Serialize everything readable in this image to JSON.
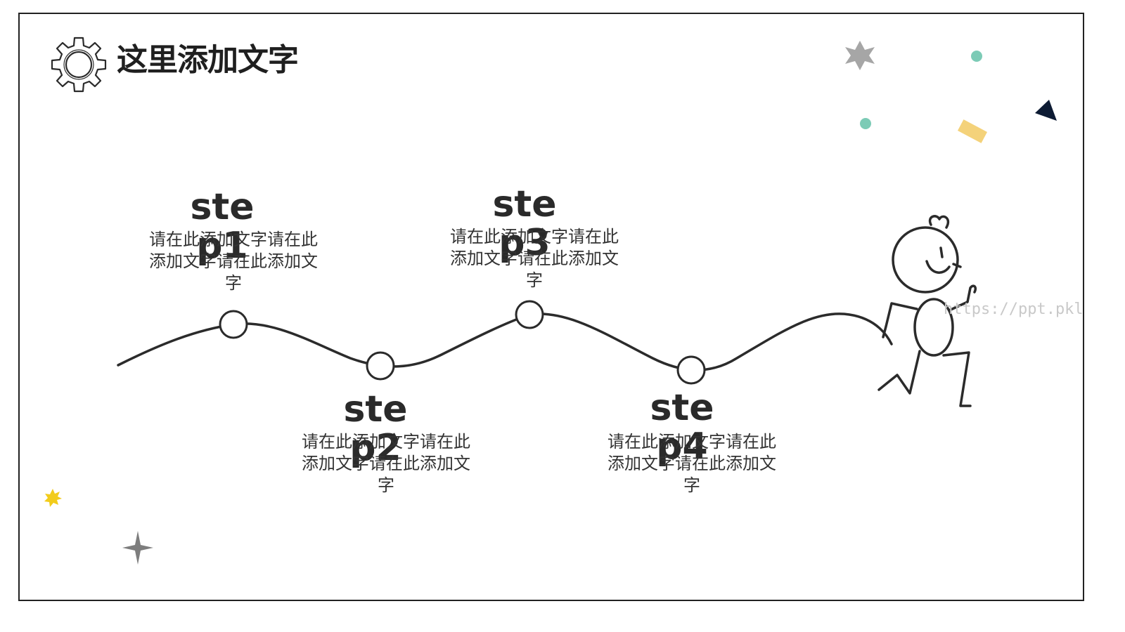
{
  "slide": {
    "title": "这里添加文字",
    "watermark": "https://ppt.pkll.ce"
  },
  "steps": [
    {
      "label": "ste\np1",
      "body": "请在此添加文字请在此添加文字请在此添加文字"
    },
    {
      "label": "ste\np2",
      "body": "请在此添加文字请在此添加文字请在此添加文字"
    },
    {
      "label": "ste\np3",
      "body": "请在此添加文字请在此添加文字请在此添加文字"
    },
    {
      "label": "ste\np4",
      "body": "请在此添加文字请在此添加文字请在此添加文字"
    }
  ],
  "icons": {
    "gear": "gear-icon",
    "runner": "stick-figure-runner",
    "confetti": [
      "gray-star",
      "teal-dot",
      "navy-triangle",
      "yellow-rectangle",
      "yellow-star",
      "gray-sparkle"
    ]
  },
  "colors": {
    "line": "#2b2b2b",
    "teal": "#7ccbb6",
    "yellow": "#f4d27a",
    "navy": "#0d1b33",
    "gray": "#a6a6a6",
    "gold": "#f2cc1b"
  }
}
